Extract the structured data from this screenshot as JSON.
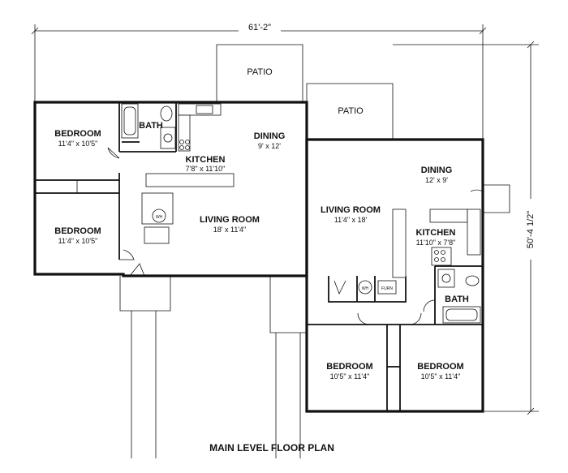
{
  "plan": {
    "overall_width": "61'-2\"",
    "overall_depth": "50'-4 1/2\"",
    "title": "MAIN LEVEL FLOOR PLAN"
  },
  "unit_a": {
    "patio": "PATIO",
    "bedroom_top": {
      "name": "BEDROOM",
      "size": "11'4\" x 10'5\""
    },
    "bath": "BATH",
    "bedroom_bottom": {
      "name": "BEDROOM",
      "size": "11'4\" x 10'5\""
    },
    "kitchen": {
      "name": "KITCHEN",
      "size": "7'8\" x 11'10\""
    },
    "dining": {
      "name": "DINING",
      "size": "9' x 12'"
    },
    "living": {
      "name": "LIVING ROOM",
      "size": "18' x 11'4\""
    },
    "wh": "WH"
  },
  "unit_b": {
    "patio": "PATIO",
    "dining": {
      "name": "DINING",
      "size": "12' x 9'"
    },
    "living": {
      "name": "LIVING ROOM",
      "size": "11'4\" x 18'"
    },
    "kitchen": {
      "name": "KITCHEN",
      "size": "11'10\" x 7'8\""
    },
    "bath": "BATH",
    "bedroom_left": {
      "name": "BEDROOM",
      "size": "10'5\" x 11'4\""
    },
    "bedroom_right": {
      "name": "BEDROOM",
      "size": "10'5\" x 11'4\""
    },
    "wh": "WH",
    "furn": "FURN"
  }
}
